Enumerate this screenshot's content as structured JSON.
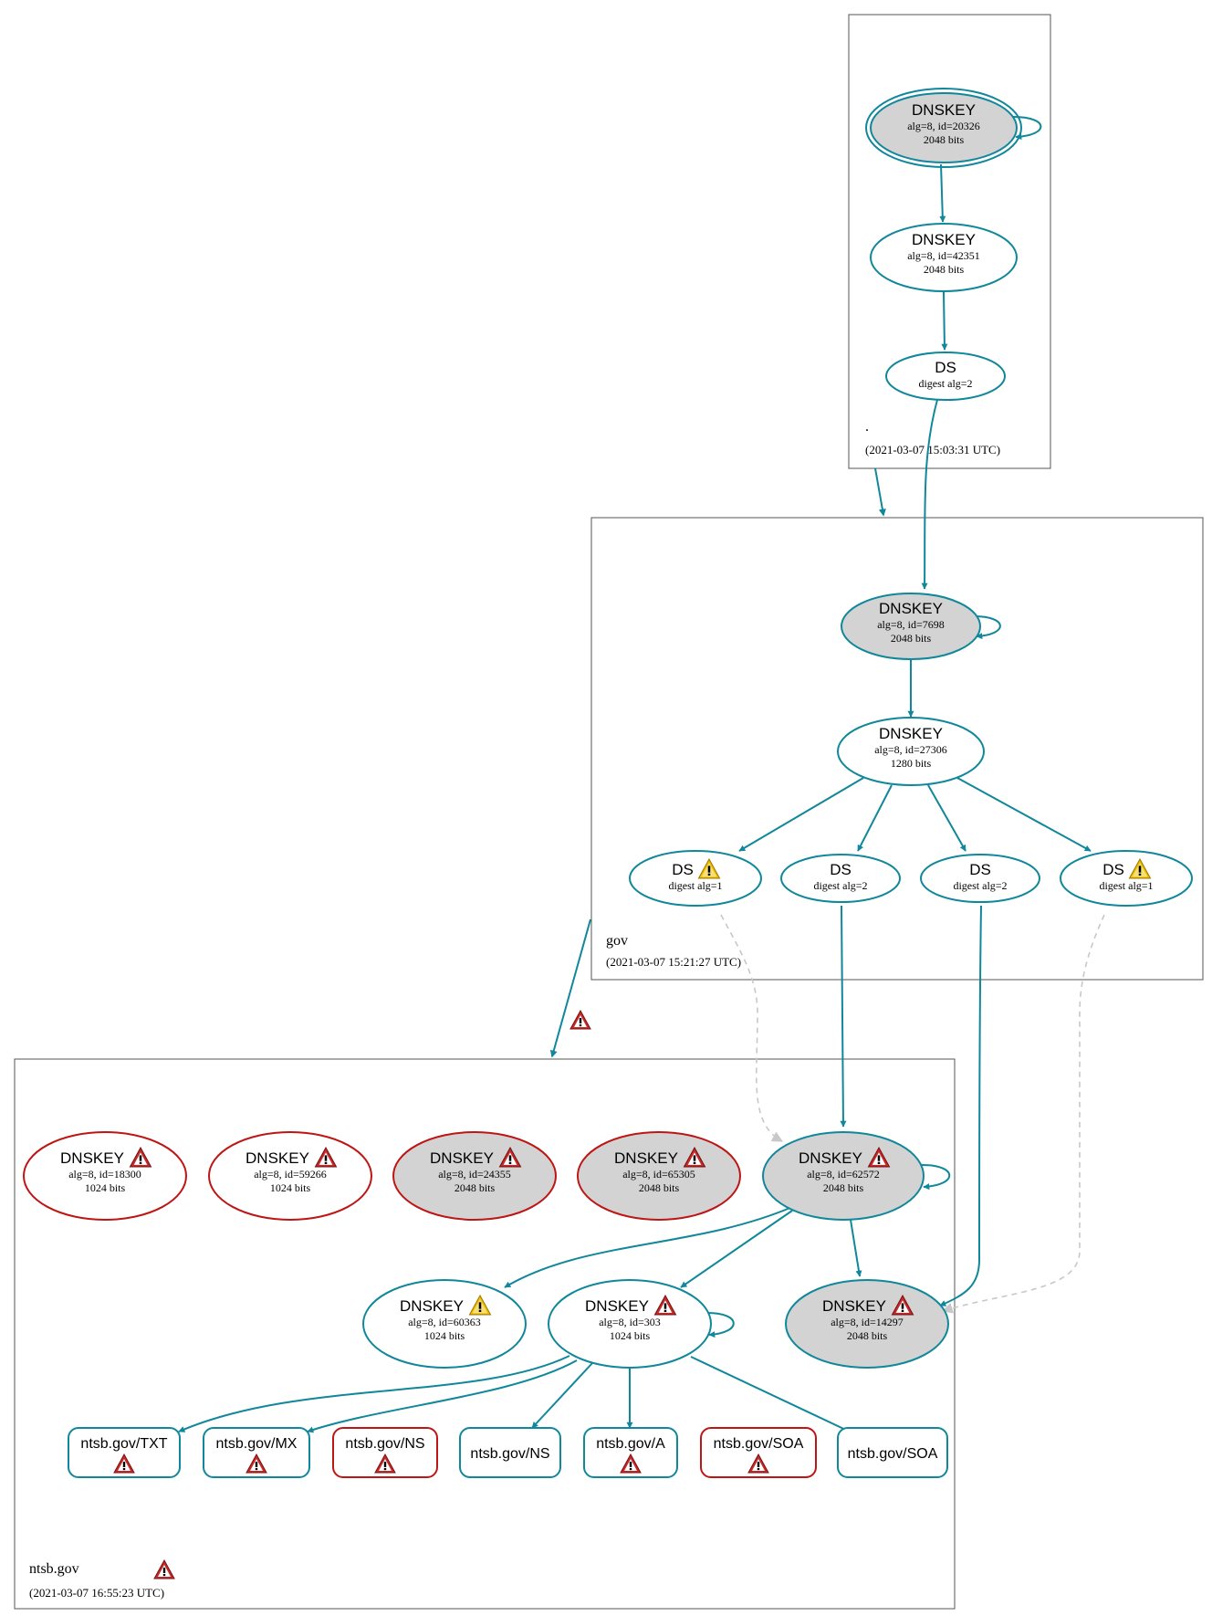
{
  "colors": {
    "secure": "#10879a",
    "bogus": "#be1515",
    "insecure_dashed": "#c8c8c8",
    "sep_fill": "#d3d3d3",
    "warn_yellow": "#f0c000",
    "error_red": "#c42a2a"
  },
  "zones": {
    "root": {
      "name": ".",
      "timestamp": "(2021-03-07 15:03:31 UTC)"
    },
    "gov": {
      "name": "gov",
      "timestamp": "(2021-03-07 15:21:27 UTC)"
    },
    "ntsb": {
      "name": "ntsb.gov",
      "timestamp": "(2021-03-07 16:55:23 UTC)",
      "icon": "error-icon"
    }
  },
  "delegation_icons": {
    "gov_to_ntsb": "error-icon"
  },
  "nodes": {
    "root_ksk": {
      "title": "DNSKEY",
      "alg": "alg=8, id=20326",
      "bits": "2048 bits",
      "status": "secure",
      "sep": true,
      "trust_anchor": true
    },
    "root_zsk": {
      "title": "DNSKEY",
      "alg": "alg=8, id=42351",
      "bits": "2048 bits",
      "status": "secure"
    },
    "root_ds": {
      "title": "DS",
      "alg": "digest alg=2",
      "status": "secure"
    },
    "gov_ksk": {
      "title": "DNSKEY",
      "alg": "alg=8, id=7698",
      "bits": "2048 bits",
      "status": "secure",
      "sep": true
    },
    "gov_zsk": {
      "title": "DNSKEY",
      "alg": "alg=8, id=27306",
      "bits": "1280 bits",
      "status": "secure"
    },
    "gov_ds1": {
      "title": "DS",
      "alg": "digest alg=1",
      "status": "secure",
      "icon": "warning-icon"
    },
    "gov_ds2": {
      "title": "DS",
      "alg": "digest alg=2",
      "status": "secure"
    },
    "gov_ds3": {
      "title": "DS",
      "alg": "digest alg=2",
      "status": "secure"
    },
    "gov_ds4": {
      "title": "DS",
      "alg": "digest alg=1",
      "status": "secure",
      "icon": "warning-icon"
    },
    "ntsb_k18300": {
      "title": "DNSKEY",
      "alg": "alg=8, id=18300",
      "bits": "1024 bits",
      "status": "bogus",
      "icon": "error-icon"
    },
    "ntsb_k59266": {
      "title": "DNSKEY",
      "alg": "alg=8, id=59266",
      "bits": "1024 bits",
      "status": "bogus",
      "icon": "error-icon"
    },
    "ntsb_k24355": {
      "title": "DNSKEY",
      "alg": "alg=8, id=24355",
      "bits": "2048 bits",
      "status": "bogus",
      "sep": true,
      "icon": "error-icon"
    },
    "ntsb_k65305": {
      "title": "DNSKEY",
      "alg": "alg=8, id=65305",
      "bits": "2048 bits",
      "status": "bogus",
      "sep": true,
      "icon": "error-icon"
    },
    "ntsb_k62572": {
      "title": "DNSKEY",
      "alg": "alg=8, id=62572",
      "bits": "2048 bits",
      "status": "secure",
      "sep": true,
      "icon": "error-icon"
    },
    "ntsb_k60363": {
      "title": "DNSKEY",
      "alg": "alg=8, id=60363",
      "bits": "1024 bits",
      "status": "secure",
      "icon": "warning-icon"
    },
    "ntsb_k303": {
      "title": "DNSKEY",
      "alg": "alg=8, id=303",
      "bits": "1024 bits",
      "status": "secure",
      "icon": "error-icon"
    },
    "ntsb_k14297": {
      "title": "DNSKEY",
      "alg": "alg=8, id=14297",
      "bits": "2048 bits",
      "status": "secure",
      "sep": true,
      "icon": "error-icon"
    }
  },
  "rrsets": {
    "txt": {
      "label": "ntsb.gov/TXT",
      "status": "secure",
      "icon": "error-icon"
    },
    "mx": {
      "label": "ntsb.gov/MX",
      "status": "secure",
      "icon": "error-icon"
    },
    "ns_bogus": {
      "label": "ntsb.gov/NS",
      "status": "bogus",
      "icon": "error-icon"
    },
    "ns": {
      "label": "ntsb.gov/NS",
      "status": "secure"
    },
    "a": {
      "label": "ntsb.gov/A",
      "status": "secure",
      "icon": "error-icon"
    },
    "soa_bogus": {
      "label": "ntsb.gov/SOA",
      "status": "bogus",
      "icon": "error-icon"
    },
    "soa": {
      "label": "ntsb.gov/SOA",
      "status": "secure"
    }
  }
}
